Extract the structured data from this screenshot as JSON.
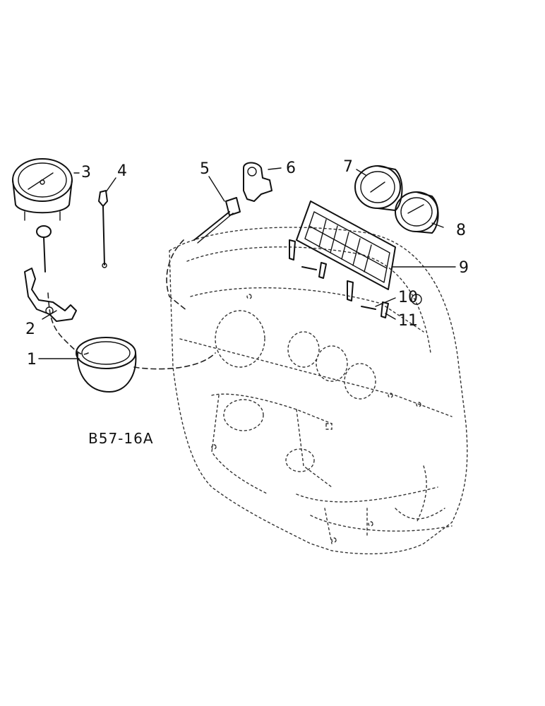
{
  "figure": {
    "code": "B57-16A",
    "callouts": [
      {
        "id": "1",
        "text": "1"
      },
      {
        "id": "2",
        "text": "2"
      },
      {
        "id": "3",
        "text": "3"
      },
      {
        "id": "4",
        "text": "4"
      },
      {
        "id": "5",
        "text": "5"
      },
      {
        "id": "6",
        "text": "6"
      },
      {
        "id": "7",
        "text": "7"
      },
      {
        "id": "8",
        "text": "8"
      },
      {
        "id": "9",
        "text": "9"
      },
      {
        "id": "10",
        "text": "10"
      },
      {
        "id": "11",
        "text": "11"
      }
    ]
  }
}
